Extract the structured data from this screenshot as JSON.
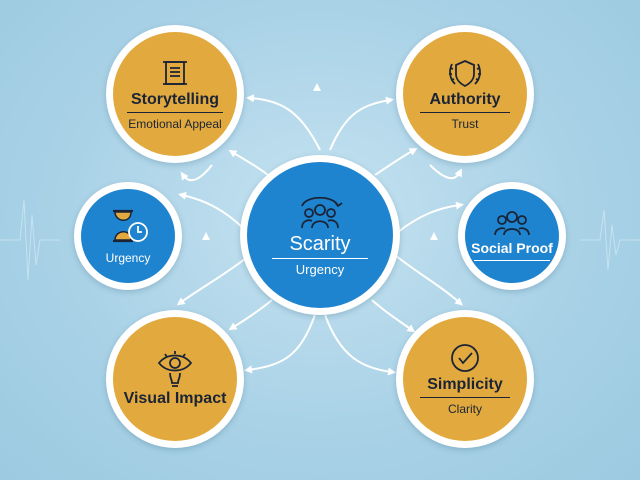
{
  "center": {
    "title": "Scarity",
    "subtitle": "Urgency",
    "icon": "group-cycle-icon"
  },
  "nodes": {
    "storytelling": {
      "title": "Storytelling",
      "subtitle": "Emotional Appeal",
      "icon": "scroll-icon"
    },
    "authority": {
      "title": "Authority",
      "subtitle": "Trust",
      "icon": "shield-laurel-icon"
    },
    "urgency": {
      "subtitle": "Urgency",
      "icon": "hourglass-clock-icon"
    },
    "social_proof": {
      "title": "Social Proof",
      "icon": "people-group-icon"
    },
    "visual_impact": {
      "title": "Visual Impact",
      "icon": "eye-bulb-icon"
    },
    "simplicity": {
      "title": "Simplicity",
      "subtitle": "Clarity",
      "icon": "check-circle-icon"
    }
  },
  "colors": {
    "gold": "#e2aa3e",
    "blue": "#1f84cf",
    "background": "#a9d2e6",
    "arrows": "#ffffff"
  }
}
